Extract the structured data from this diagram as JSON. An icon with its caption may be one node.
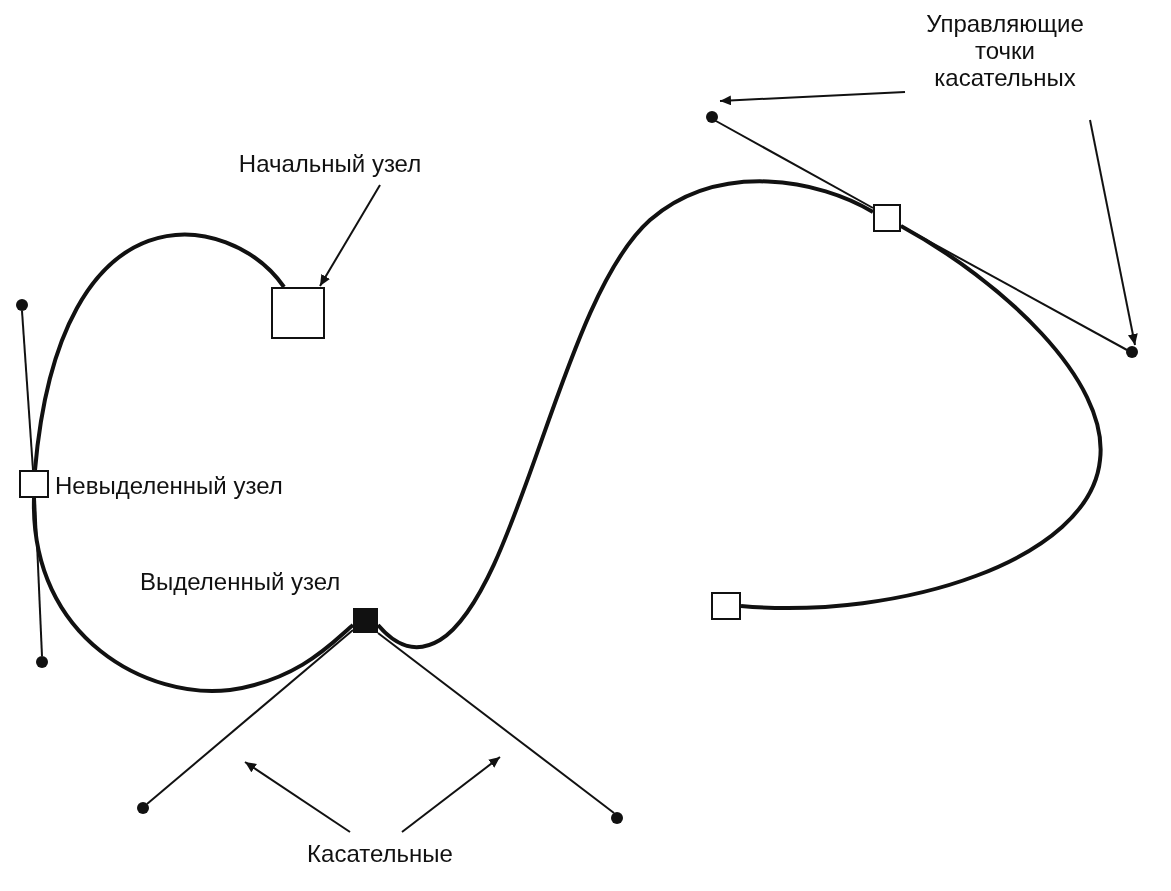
{
  "diagram": {
    "nodes": [
      {
        "text": [
          "Начальный узел"
        ]
      },
      {
        "text": [],
        "shape": "box"
      },
      {
        "text": [
          "Управляющие точки касательных"
        ]
      },
      {
        "text": [],
        "shape": "circle"
      },
      {
        "text": [],
        "shape": "box"
      },
      {
        "text": [],
        "shape": "circle"
      },
      {
        "text": [],
        "shape": "box",
        "beside": [
          "Невыделенный узел"
        ]
      },
      {
        "text": [],
        "shape": "box",
        "beside": [
          "Выделенный узел"
        ]
      },
      {
        "text": [],
        "shape": "box"
      },
      {
        "text": [
          "Касательные"
        ]
      },
      {
        "text": [],
        "shape": "circle"
      },
      {
        "text": [],
        "shape": "circle"
      },
      {
        "text": [],
        "shape": "circle"
      },
      {
        "text": [],
        "shape": "circle"
      }
    ],
    "edges": [
      {
        "from": 0,
        "to": 1,
        "arrow": "to"
      },
      {
        "from": 2,
        "to": 3,
        "arrow": "to"
      },
      {
        "from": 2,
        "to": 5,
        "arrow": "to"
      },
      {
        "from": 9,
        "to": null,
        "arrow": "to"
      },
      {
        "from": 9,
        "to": null,
        "arrow": "to"
      },
      {
        "from": 1,
        "to": 6,
        "arrow": "none",
        "style": "thick"
      },
      {
        "from": 6,
        "to": 7,
        "arrow": "none",
        "style": "thick"
      },
      {
        "from": 7,
        "to": 4,
        "arrow": "none",
        "style": "thick"
      },
      {
        "from": 4,
        "to": 8,
        "arrow": "none",
        "style": "thick"
      },
      {
        "from": 3,
        "to": 4,
        "arrow": "none"
      },
      {
        "from": 4,
        "to": 5,
        "arrow": "none"
      },
      {
        "from": 10,
        "to": 6,
        "arrow": "none"
      },
      {
        "from": 6,
        "to": 11,
        "arrow": "none"
      },
      {
        "from": 12,
        "to": 7,
        "arrow": "none"
      },
      {
        "from": 7,
        "to": 13,
        "arrow": "none"
      }
    ]
  }
}
